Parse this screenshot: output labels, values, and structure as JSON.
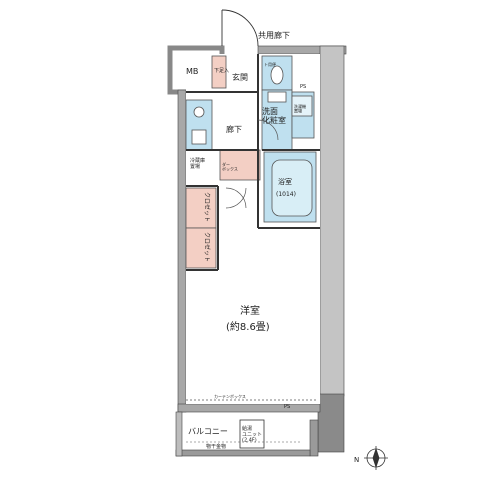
{
  "labels": {
    "corridor_common": "共用廊下",
    "mb": "MB",
    "shoe_storage": "下足入",
    "entrance": "玄関",
    "hallway": "廊下",
    "toilet": "ト用便",
    "ps_top": "PS",
    "washroom": "洗面\n化粧室",
    "washer_space": "洗濯機\n置場",
    "kitchen_fridge": "冷蔵庫\n置場",
    "dirty_box": "ダー\nボックス",
    "bath": "浴室",
    "bath_size": "(1014)",
    "closet_1": "クロゼット",
    "closet_2": "クロゼット",
    "western_room": "洋室",
    "western_room_size": "(約8.6畳)",
    "curtain_box": "カーテンボックス",
    "ps_bottom": "PS",
    "balcony": "バルコニー",
    "hot_water": "給湯\nユニット\n(2.4F)",
    "drying_rack": "物干金物",
    "north": "N"
  },
  "colors": {
    "wall": "#9a9a9a",
    "wall_dark": "#5a5a5a",
    "wet_area": "#bfe0ef",
    "storage": "#f3cfc4",
    "floor": "#ffffff"
  }
}
